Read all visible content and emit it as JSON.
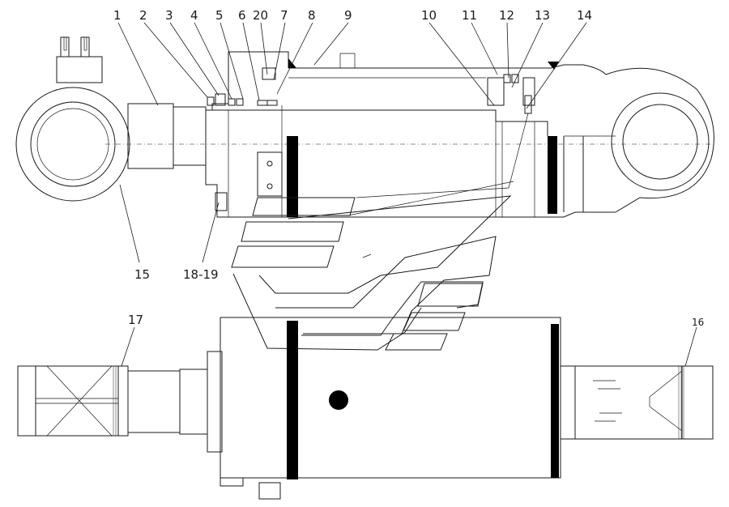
{
  "diagram": {
    "part_labels": [
      {
        "id": "label-1",
        "text": "1"
      },
      {
        "id": "label-2",
        "text": "2"
      },
      {
        "id": "label-3",
        "text": "3"
      },
      {
        "id": "label-4",
        "text": "4"
      },
      {
        "id": "label-5",
        "text": "5"
      },
      {
        "id": "label-6",
        "text": "6"
      },
      {
        "id": "label-20",
        "text": "20"
      },
      {
        "id": "label-7",
        "text": "7"
      },
      {
        "id": "label-8",
        "text": "8"
      },
      {
        "id": "label-9",
        "text": "9"
      },
      {
        "id": "label-10",
        "text": "10"
      },
      {
        "id": "label-11",
        "text": "11"
      },
      {
        "id": "label-12",
        "text": "12"
      },
      {
        "id": "label-13",
        "text": "13"
      },
      {
        "id": "label-14",
        "text": "14"
      },
      {
        "id": "label-15",
        "text": "15"
      },
      {
        "id": "label-18-19",
        "text": "18-19"
      },
      {
        "id": "label-17",
        "text": "17"
      },
      {
        "id": "label-16",
        "text": "16"
      }
    ]
  }
}
